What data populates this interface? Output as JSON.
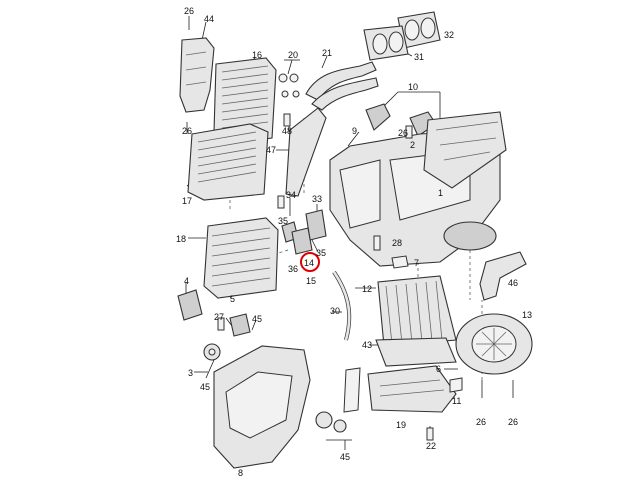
{
  "diagram": {
    "highlight_color": "#e00000",
    "callouts": [
      {
        "id": "c26a",
        "text": "26"
      },
      {
        "id": "c44",
        "text": "44"
      },
      {
        "id": "c16",
        "text": "16"
      },
      {
        "id": "c20",
        "text": "20"
      },
      {
        "id": "c21",
        "text": "21"
      },
      {
        "id": "c32",
        "text": "32"
      },
      {
        "id": "c31",
        "text": "31"
      },
      {
        "id": "c10",
        "text": "10"
      },
      {
        "id": "c26b",
        "text": "26"
      },
      {
        "id": "c48",
        "text": "48"
      },
      {
        "id": "c9",
        "text": "9"
      },
      {
        "id": "c47",
        "text": "47"
      },
      {
        "id": "c26c",
        "text": "26"
      },
      {
        "id": "c2",
        "text": "2"
      },
      {
        "id": "c1",
        "text": "1"
      },
      {
        "id": "c17",
        "text": "17"
      },
      {
        "id": "c34",
        "text": "34"
      },
      {
        "id": "c33",
        "text": "33"
      },
      {
        "id": "c35a",
        "text": "35"
      },
      {
        "id": "c18",
        "text": "18"
      },
      {
        "id": "c35b",
        "text": "35"
      },
      {
        "id": "c14",
        "text": "14"
      },
      {
        "id": "c36",
        "text": "36"
      },
      {
        "id": "c15",
        "text": "15"
      },
      {
        "id": "c28",
        "text": "28"
      },
      {
        "id": "c7",
        "text": "7"
      },
      {
        "id": "c46",
        "text": "46"
      },
      {
        "id": "c4",
        "text": "4"
      },
      {
        "id": "c5",
        "text": "5"
      },
      {
        "id": "c12",
        "text": "12"
      },
      {
        "id": "c30",
        "text": "30"
      },
      {
        "id": "c27",
        "text": "27"
      },
      {
        "id": "c45a",
        "text": "45"
      },
      {
        "id": "c43",
        "text": "43"
      },
      {
        "id": "c3",
        "text": "3"
      },
      {
        "id": "c45b",
        "text": "45"
      },
      {
        "id": "c6",
        "text": "6"
      },
      {
        "id": "c26d",
        "text": "26"
      },
      {
        "id": "c26e",
        "text": "26"
      },
      {
        "id": "c19",
        "text": "19"
      },
      {
        "id": "c8",
        "text": "8"
      },
      {
        "id": "c45c",
        "text": "45"
      },
      {
        "id": "c22",
        "text": "22"
      },
      {
        "id": "c13",
        "text": "13"
      },
      {
        "id": "c11",
        "text": "11"
      }
    ]
  }
}
